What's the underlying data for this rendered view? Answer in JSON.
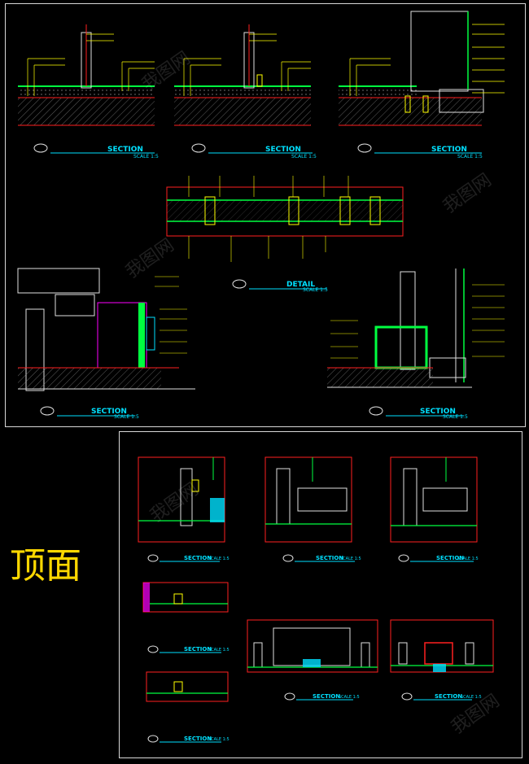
{
  "side_label": "顶面",
  "watermark": "我图网",
  "top_sheet": {
    "sections": [
      {
        "tag": "SECTION",
        "scale": "SCALE 1:5"
      },
      {
        "tag": "SECTION",
        "scale": "SCALE 1:5"
      },
      {
        "tag": "SECTION",
        "scale": "SCALE 1:5"
      }
    ],
    "detail": {
      "tag": "DETAIL",
      "scale": "SCALE 1:5"
    },
    "bottom_sections": [
      {
        "tag": "SECTION",
        "scale": "SCALE 1:5"
      },
      {
        "tag": "SECTION",
        "scale": "SCALE 1:5"
      }
    ]
  },
  "bottom_sheet": {
    "sections": [
      {
        "tag": "SECTION",
        "scale": "SCALE 1:5"
      },
      {
        "tag": "SECTION",
        "scale": "SCALE 1:5"
      },
      {
        "tag": "SECTION",
        "scale": "SCALE 1:5"
      },
      {
        "tag": "SECTION",
        "scale": "SCALE 1:5"
      },
      {
        "tag": "SECTION",
        "scale": "SCALE 1:5"
      },
      {
        "tag": "SECTION",
        "scale": "SCALE 1:5"
      },
      {
        "tag": "SECTION",
        "scale": "SCALE 1:5"
      }
    ]
  },
  "colors": {
    "line_red": "#ff2020",
    "line_green": "#00ff40",
    "line_yellow": "#ffff00",
    "line_cyan": "#00e0ff",
    "line_white": "#e0e0e0",
    "line_magenta": "#ff00ff"
  }
}
